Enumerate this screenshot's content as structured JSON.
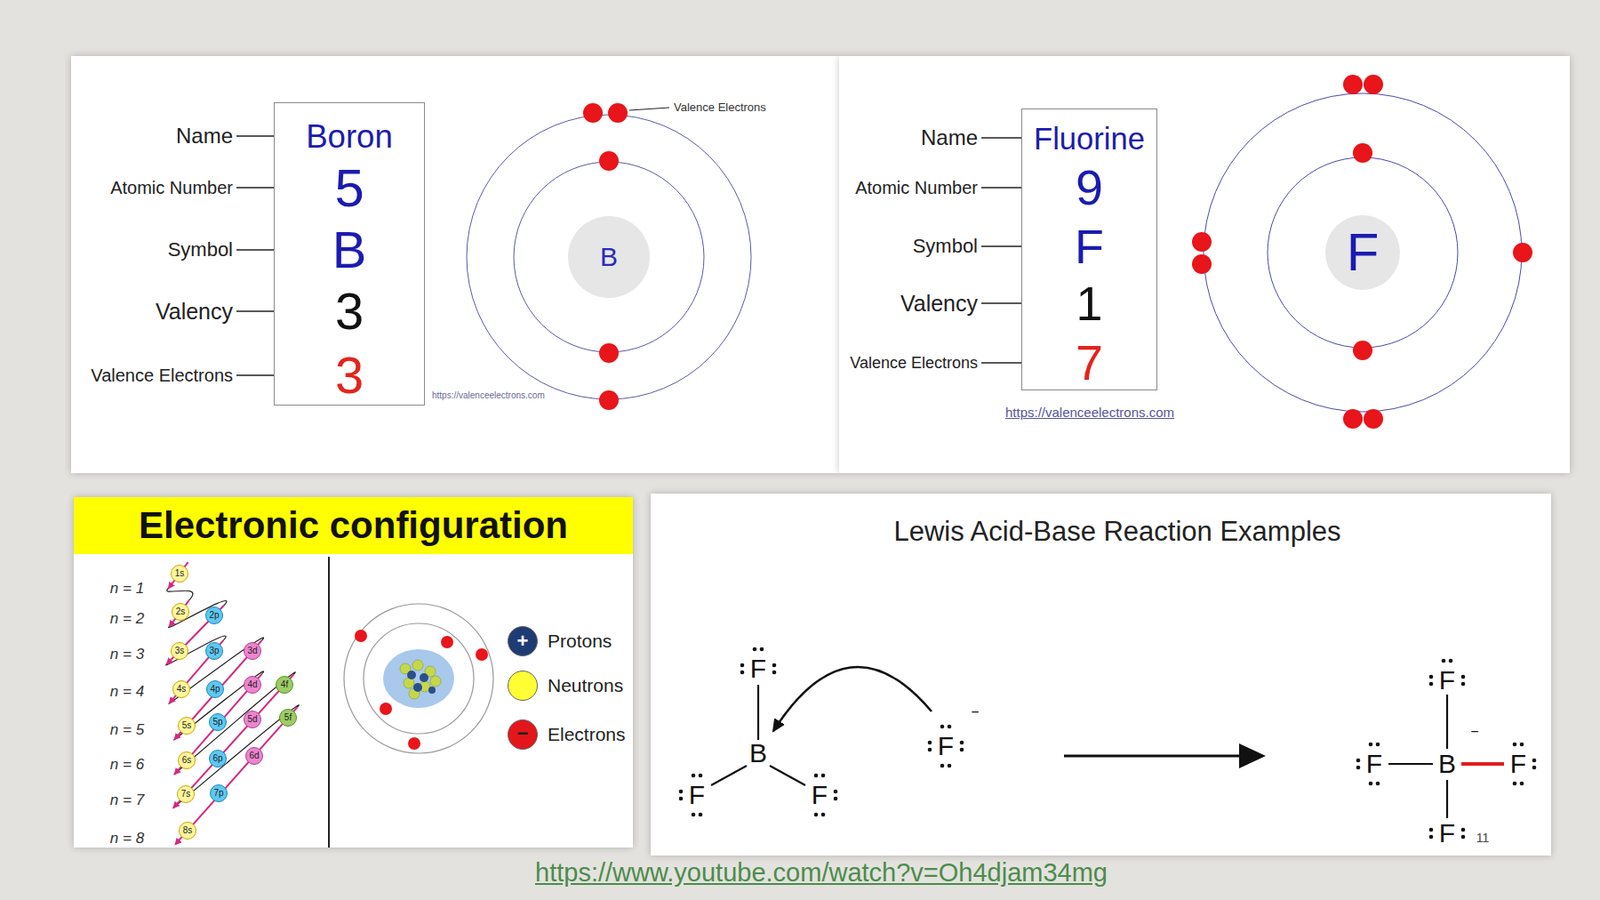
{
  "diagram": {
    "nodes": [
      {
        "text": [
          "Boron",
          "5",
          "B",
          "3",
          "3"
        ]
      },
      {
        "text": [
          "B"
        ]
      },
      {
        "text": [
          "Fluorine",
          "9",
          "F",
          "1",
          "7"
        ]
      },
      {
        "text": [
          "F"
        ]
      },
      {
        "text": [
          "Electronic configuration"
        ]
      },
      {
        "text": [
          "1s"
        ]
      },
      {
        "text": [
          "2s"
        ]
      },
      {
        "text": [
          "2p"
        ]
      },
      {
        "text": [
          "3s"
        ]
      },
      {
        "text": [
          "3p"
        ]
      },
      {
        "text": [
          "3d"
        ]
      },
      {
        "text": [
          "4s"
        ]
      },
      {
        "text": [
          "4p"
        ]
      },
      {
        "text": [
          "4d"
        ]
      },
      {
        "text": [
          "4f"
        ]
      },
      {
        "text": [
          "5s"
        ]
      },
      {
        "text": [
          "5p"
        ]
      },
      {
        "text": [
          "5d"
        ]
      },
      {
        "text": [
          "5f"
        ]
      },
      {
        "text": [
          "6s"
        ]
      },
      {
        "text": [
          "6p"
        ]
      },
      {
        "text": [
          "6d"
        ]
      },
      {
        "text": [
          "7s"
        ]
      },
      {
        "text": [
          "7p"
        ]
      },
      {
        "text": [
          "8s"
        ]
      }
    ],
    "labels": [
      "Name",
      "Atomic Number",
      "Symbol",
      "Valency",
      "Valence Electrons",
      "Valence Electrons",
      "https://valenceelectrons.com",
      "Name",
      "Atomic Number",
      "Symbol",
      "Valency",
      "Valence Electrons",
      "https://valenceelectrons.com",
      "n = 1",
      "n = 2",
      "n = 3",
      "n = 4",
      "n = 5",
      "n = 6",
      "n = 7",
      "n = 8",
      "+",
      "−",
      "Lewis Acid-Base Reaction Examples",
      "F",
      "B",
      "F",
      "F",
      "F",
      "−",
      "F",
      "F",
      "B",
      "F",
      "−",
      "F",
      "11",
      "https://www.youtube.com/watch?v=Oh4djam34mg"
    ],
    "legend": [
      {
        "text": "Protons",
        "color": "#1f3b73"
      },
      {
        "text": "Neutrons",
        "color": "#ffff33"
      },
      {
        "text": "Electrons",
        "color": "#e3161b"
      }
    ]
  }
}
